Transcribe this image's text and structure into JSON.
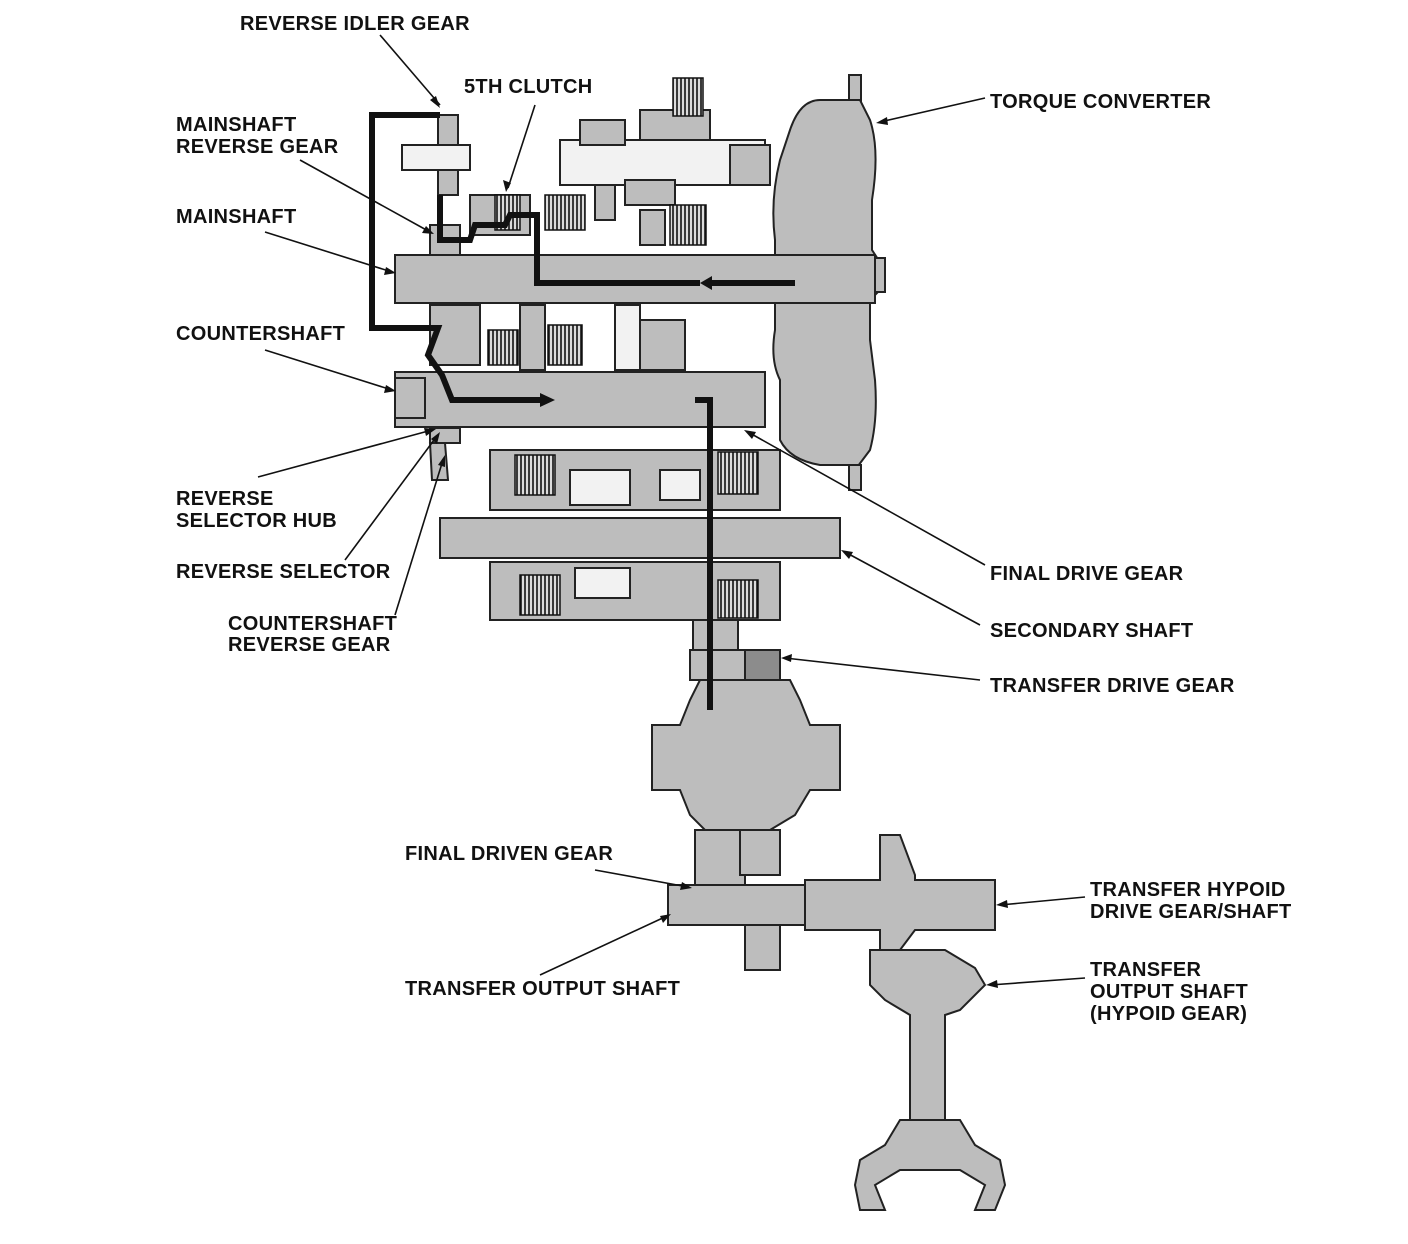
{
  "labels": {
    "reverse_idler_gear": "REVERSE IDLER GEAR",
    "fifth_clutch": "5TH CLUTCH",
    "mainshaft_reverse_gear_line1": "MAINSHAFT",
    "mainshaft_reverse_gear_line2": "REVERSE GEAR",
    "mainshaft": "MAINSHAFT",
    "countershaft": "COUNTERSHAFT",
    "reverse_selector_hub_line1": "REVERSE",
    "reverse_selector_hub_line2": "SELECTOR HUB",
    "reverse_selector": "REVERSE SELECTOR",
    "countershaft_reverse_gear_line1": "COUNTERSHAFT",
    "countershaft_reverse_gear_line2": "REVERSE GEAR",
    "torque_converter": "TORQUE CONVERTER",
    "final_drive_gear": "FINAL DRIVE GEAR",
    "secondary_shaft": "SECONDARY SHAFT",
    "transfer_drive_gear": "TRANSFER DRIVE GEAR",
    "final_driven_gear": "FINAL DRIVEN GEAR",
    "transfer_output_shaft": "TRANSFER OUTPUT SHAFT",
    "transfer_hypoid_drive_line1": "TRANSFER HYPOID",
    "transfer_hypoid_drive_line2": "DRIVE GEAR/SHAFT",
    "transfer_output_hypoid_line1": "TRANSFER",
    "transfer_output_hypoid_line2": "OUTPUT SHAFT",
    "transfer_output_hypoid_line3": "(HYPOID GEAR)"
  },
  "colors": {
    "part_fill": "#bdbdbd",
    "part_dark": "#8c8c8c",
    "outline": "#222222",
    "power_flow": "#111111"
  }
}
